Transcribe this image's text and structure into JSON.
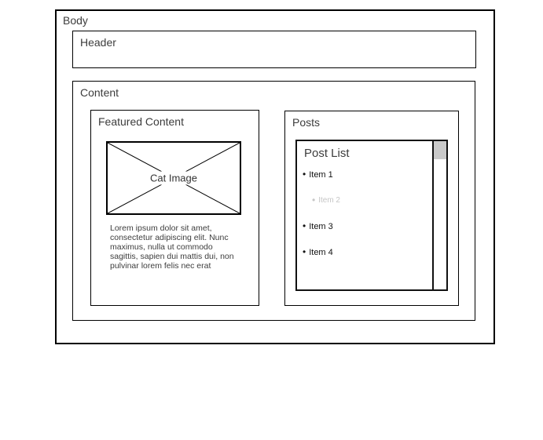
{
  "window": {
    "body_label": "Body"
  },
  "header": {
    "label": "Header"
  },
  "content": {
    "label": "Content",
    "featured": {
      "label": "Featured Content",
      "image_label": "Cat Image",
      "description": "Lorem ipsum dolor sit amet, consectetur adipiscing elit. Nunc maximus, nulla ut commodo sagittis, sapien dui mattis dui, non pulvinar lorem felis nec erat"
    },
    "posts": {
      "label": "Posts",
      "list_title": "Post List",
      "bullet": "•",
      "items": [
        {
          "label": "Item 1",
          "state": "default"
        },
        {
          "label": "Item 2",
          "state": "disabled"
        },
        {
          "label": "Item 3",
          "state": "default"
        },
        {
          "label": "Item 4",
          "state": "default"
        }
      ]
    }
  },
  "colors": {
    "border": "#000000",
    "label_text": "#3c3c3c",
    "item_text": "#111111",
    "disabled_item_text": "#c6c6c6",
    "scrollbar_thumb": "#c9c9c9",
    "background": "#ffffff"
  }
}
